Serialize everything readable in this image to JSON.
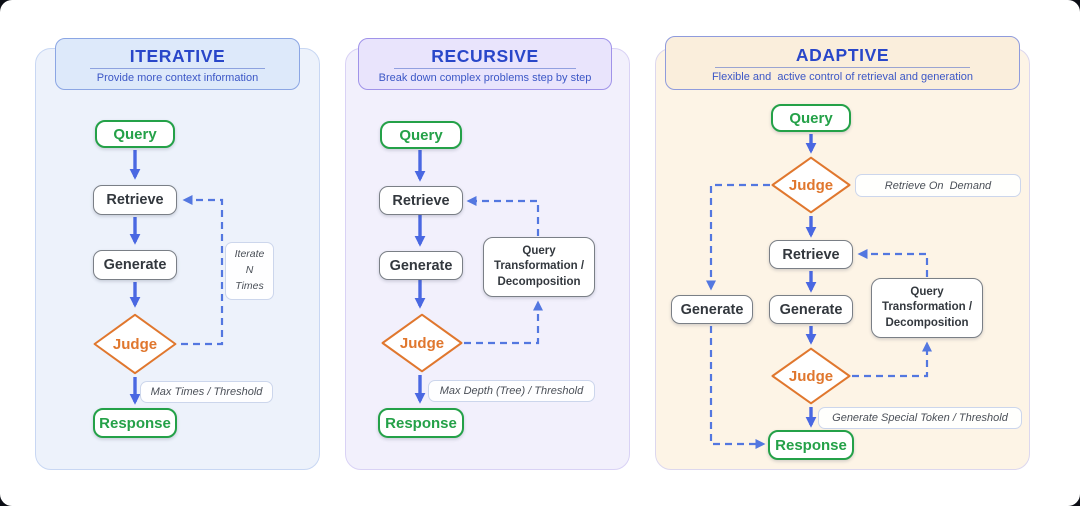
{
  "panels": [
    {
      "title": "ITERATIVE",
      "subtitle": "Provide more context information",
      "nodes": {
        "query": "Query",
        "retrieve": "Retrieve",
        "generate": "Generate",
        "judge": "Judge",
        "response": "Response"
      },
      "loop_note_lines": [
        "Iterate",
        "N",
        "Times"
      ],
      "exit_label": "Max Times / Threshold",
      "theme": {
        "panel_bg": "#edf2fb",
        "panel_border": "#c8d7f3",
        "header_bg": "#dde9fa",
        "header_border": "#8ba6e4"
      }
    },
    {
      "title": "RECURSIVE",
      "subtitle": "Break down complex problems step by step",
      "nodes": {
        "query": "Query",
        "retrieve": "Retrieve",
        "generate": "Generate",
        "judge": "Judge",
        "response": "Response"
      },
      "transform_lines": [
        "Query",
        "Transformation /",
        "Decomposition"
      ],
      "exit_label": "Max Depth (Tree) / Threshold",
      "theme": {
        "panel_bg": "#f2f0fc",
        "panel_border": "#d9d2f5",
        "header_bg": "#e9e4fc",
        "header_border": "#a093e9"
      }
    },
    {
      "title": "ADAPTIVE",
      "subtitle": "Flexible and  active control of retrieval and generation",
      "nodes": {
        "query": "Query",
        "judge_top": "Judge",
        "retrieve": "Retrieve",
        "generate_left": "Generate",
        "generate": "Generate",
        "judge_bottom": "Judge",
        "response": "Response"
      },
      "transform_lines": [
        "Query",
        "Transformation /",
        "Decomposition"
      ],
      "demand_label": "Retrieve On  Demand",
      "exit_label": "Generate Special Token / Threshold",
      "theme": {
        "panel_bg": "#fdf4e6",
        "panel_border": "#dcd7ee",
        "header_bg": "#faeedc",
        "header_border": "#8f9bdc"
      }
    }
  ],
  "colors": {
    "title_text": "#2947c9",
    "subtitle_text": "#3c57c6",
    "arrow": "#4a68e2",
    "dashed": "#5377e0",
    "green": "#24a148",
    "gray_border": "#7a7f86",
    "gray_text": "#33383e",
    "orange": "#e0772e",
    "note_text": "#4b5058",
    "note_border": "#ccd6ec"
  }
}
